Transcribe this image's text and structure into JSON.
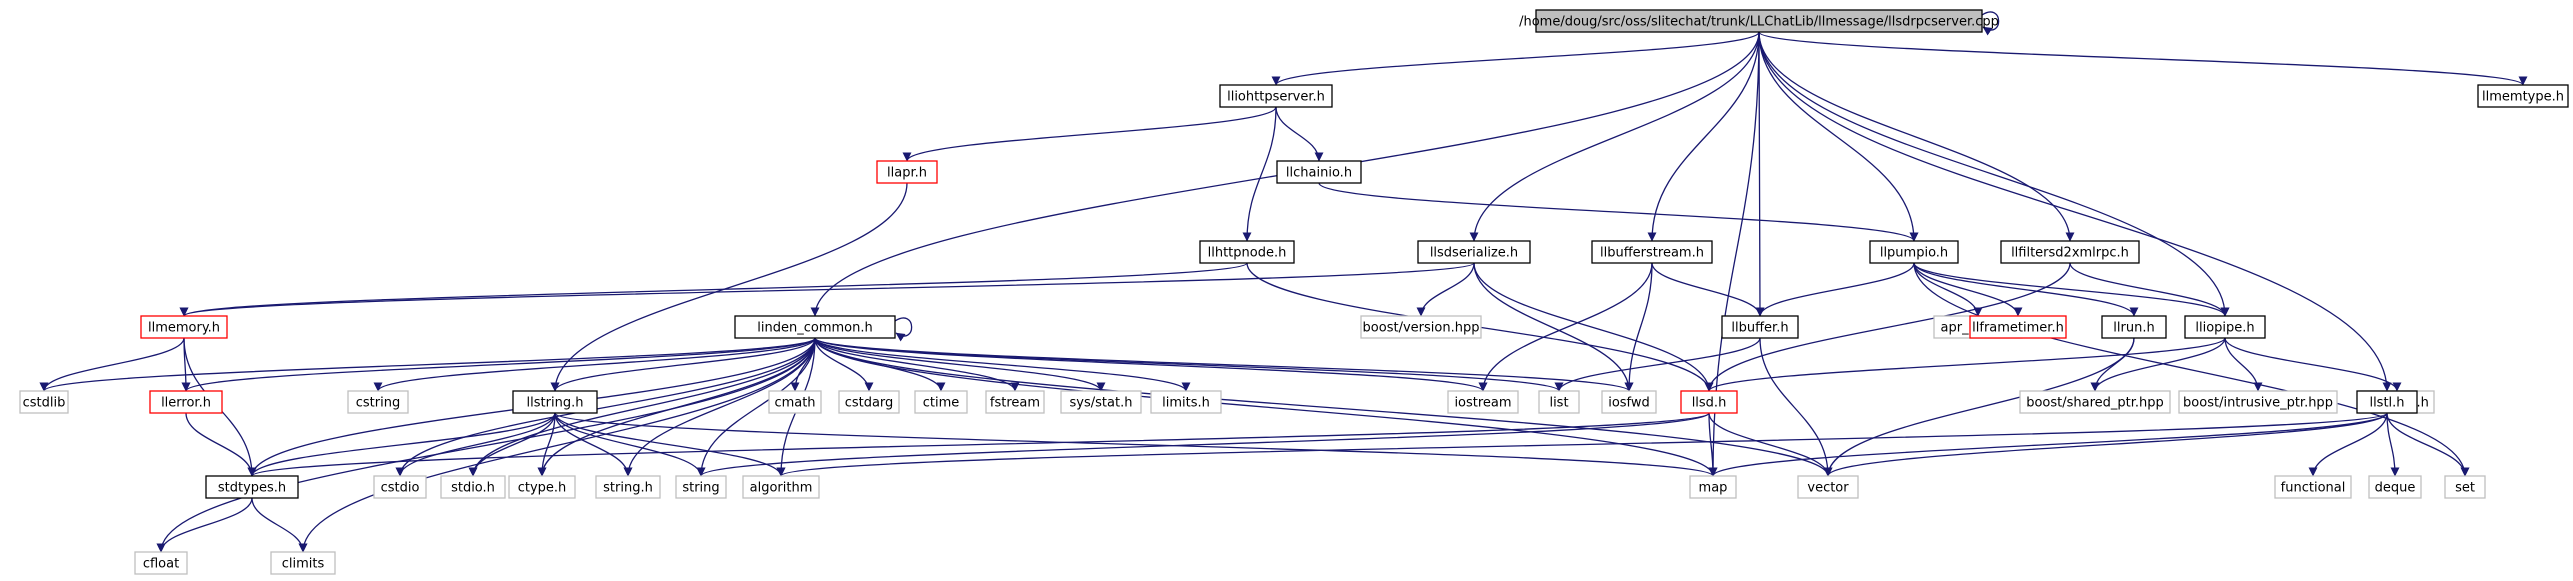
{
  "colors": {
    "edge": "#191970",
    "node_border_black": "#000000",
    "node_border_red": "#ff0000",
    "node_border_gray": "#bfbfbf",
    "root_fill": "#bfbfbf",
    "text_normal": "#000000",
    "text_system": "#000000"
  },
  "nodes": {
    "root": {
      "label": "/home/doug/src/oss/slitechat/trunk/LLChatLib/llmessage/llsdrpcserver.cpp",
      "style": "root"
    },
    "lliohttpserver": {
      "label": "lliohttpserver.h",
      "style": "black"
    },
    "llmemtype": {
      "label": "llmemtype.h",
      "style": "black"
    },
    "llapr": {
      "label": "llapr.h",
      "style": "red"
    },
    "llchainio": {
      "label": "llchainio.h",
      "style": "black"
    },
    "llhttpnode": {
      "label": "llhttpnode.h",
      "style": "black"
    },
    "llsdserialize": {
      "label": "llsdserialize.h",
      "style": "black"
    },
    "llbufferstream": {
      "label": "llbufferstream.h",
      "style": "black"
    },
    "llpumpio": {
      "label": "llpumpio.h",
      "style": "black"
    },
    "llfiltersd2xmlrpc": {
      "label": "llfiltersd2xmlrpc.h",
      "style": "black"
    },
    "llmemory": {
      "label": "llmemory.h",
      "style": "red"
    },
    "linden_common": {
      "label": "linden_common.h",
      "style": "black"
    },
    "boost_version": {
      "label": "boost/version.hpp",
      "style": "gray"
    },
    "llbuffer": {
      "label": "llbuffer.h",
      "style": "black"
    },
    "apr_pools": {
      "label": "apr_pools.h",
      "style": "gray"
    },
    "llframetimer": {
      "label": "llframetimer.h",
      "style": "red"
    },
    "llrun": {
      "label": "llrun.h",
      "style": "black"
    },
    "lliopipe": {
      "label": "lliopipe.h",
      "style": "black"
    },
    "cstdlib": {
      "label": "cstdlib",
      "style": "gray"
    },
    "llerror": {
      "label": "llerror.h",
      "style": "red"
    },
    "cstring": {
      "label": "cstring",
      "style": "gray"
    },
    "llstring": {
      "label": "llstring.h",
      "style": "black"
    },
    "cmath": {
      "label": "cmath",
      "style": "gray"
    },
    "cstdarg": {
      "label": "cstdarg",
      "style": "gray"
    },
    "ctime": {
      "label": "ctime",
      "style": "gray"
    },
    "fstream": {
      "label": "fstream",
      "style": "gray"
    },
    "sys_stat": {
      "label": "sys/stat.h",
      "style": "gray"
    },
    "limits_h": {
      "label": "limits.h",
      "style": "gray"
    },
    "iostream": {
      "label": "iostream",
      "style": "gray"
    },
    "list": {
      "label": "list",
      "style": "gray"
    },
    "iosfwd": {
      "label": "iosfwd",
      "style": "gray"
    },
    "llsd": {
      "label": "llsd.h",
      "style": "red"
    },
    "boost_shared_ptr": {
      "label": "boost/shared_ptr.hpp",
      "style": "gray"
    },
    "boost_intrusive_ptr": {
      "label": "boost/intrusive_ptr.hpp",
      "style": "gray"
    },
    "apr_poll": {
      "label": "apr_poll.h",
      "style": "gray"
    },
    "llstl": {
      "label": "llstl.h",
      "style": "black"
    },
    "stdtypes": {
      "label": "stdtypes.h",
      "style": "black"
    },
    "cstdio": {
      "label": "cstdio",
      "style": "gray"
    },
    "stdio_h": {
      "label": "stdio.h",
      "style": "gray"
    },
    "ctype_h": {
      "label": "ctype.h",
      "style": "gray"
    },
    "string_h": {
      "label": "string.h",
      "style": "gray"
    },
    "string": {
      "label": "string",
      "style": "gray"
    },
    "algorithm": {
      "label": "algorithm",
      "style": "gray"
    },
    "map": {
      "label": "map",
      "style": "gray"
    },
    "vector": {
      "label": "vector",
      "style": "gray"
    },
    "functional": {
      "label": "functional",
      "style": "gray"
    },
    "deque": {
      "label": "deque",
      "style": "gray"
    },
    "set": {
      "label": "set",
      "style": "gray"
    },
    "cfloat": {
      "label": "cfloat",
      "style": "gray"
    },
    "climits": {
      "label": "climits",
      "style": "gray"
    }
  },
  "edges": [
    [
      "root",
      "root"
    ],
    [
      "root",
      "lliohttpserver"
    ],
    [
      "root",
      "llmemtype"
    ],
    [
      "root",
      "linden_common"
    ],
    [
      "root",
      "llsdserialize"
    ],
    [
      "root",
      "llbufferstream"
    ],
    [
      "root",
      "llpumpio"
    ],
    [
      "root",
      "llfiltersd2xmlrpc"
    ],
    [
      "root",
      "llbuffer"
    ],
    [
      "root",
      "lliopipe"
    ],
    [
      "root",
      "map"
    ],
    [
      "root",
      "llstl"
    ],
    [
      "lliohttpserver",
      "llapr"
    ],
    [
      "lliohttpserver",
      "llchainio"
    ],
    [
      "lliohttpserver",
      "llhttpnode"
    ],
    [
      "llapr",
      "llstring"
    ],
    [
      "llchainio",
      "llpumpio"
    ],
    [
      "llhttpnode",
      "llmemory"
    ],
    [
      "llhttpnode",
      "llsd"
    ],
    [
      "llsdserialize",
      "llmemory"
    ],
    [
      "llsdserialize",
      "boost_version"
    ],
    [
      "llsdserialize",
      "iosfwd"
    ],
    [
      "llsdserialize",
      "llsd"
    ],
    [
      "llbufferstream",
      "iostream"
    ],
    [
      "llbufferstream",
      "iosfwd"
    ],
    [
      "llbufferstream",
      "llbuffer"
    ],
    [
      "llpumpio",
      "llbuffer"
    ],
    [
      "llpumpio",
      "apr_pools"
    ],
    [
      "llpumpio",
      "llframetimer"
    ],
    [
      "llpumpio",
      "llrun"
    ],
    [
      "llpumpio",
      "lliopipe"
    ],
    [
      "llpumpio",
      "set"
    ],
    [
      "llfiltersd2xmlrpc",
      "lliopipe"
    ],
    [
      "llfiltersd2xmlrpc",
      "llsd"
    ],
    [
      "llmemory",
      "cstdlib"
    ],
    [
      "llmemory",
      "llerror"
    ],
    [
      "llmemory",
      "stdtypes"
    ],
    [
      "linden_common",
      "linden_common"
    ],
    [
      "linden_common",
      "cstdlib"
    ],
    [
      "linden_common",
      "llerror"
    ],
    [
      "linden_common",
      "cstring"
    ],
    [
      "linden_common",
      "llstring"
    ],
    [
      "linden_common",
      "cmath"
    ],
    [
      "linden_common",
      "cstdarg"
    ],
    [
      "linden_common",
      "ctime"
    ],
    [
      "linden_common",
      "fstream"
    ],
    [
      "linden_common",
      "sys_stat"
    ],
    [
      "linden_common",
      "limits_h"
    ],
    [
      "linden_common",
      "iostream"
    ],
    [
      "linden_common",
      "list"
    ],
    [
      "linden_common",
      "iosfwd"
    ],
    [
      "linden_common",
      "stdtypes"
    ],
    [
      "linden_common",
      "cstdio"
    ],
    [
      "linden_common",
      "stdio_h"
    ],
    [
      "linden_common",
      "ctype_h"
    ],
    [
      "linden_common",
      "string_h"
    ],
    [
      "linden_common",
      "string"
    ],
    [
      "linden_common",
      "algorithm"
    ],
    [
      "linden_common",
      "map"
    ],
    [
      "linden_common",
      "vector"
    ],
    [
      "linden_common",
      "cfloat"
    ],
    [
      "linden_common",
      "climits"
    ],
    [
      "llbuffer",
      "list"
    ],
    [
      "llbuffer",
      "vector"
    ],
    [
      "llrun",
      "boost_shared_ptr"
    ],
    [
      "llrun",
      "vector"
    ],
    [
      "lliopipe",
      "llsd"
    ],
    [
      "lliopipe",
      "boost_shared_ptr"
    ],
    [
      "lliopipe",
      "boost_intrusive_ptr"
    ],
    [
      "lliopipe",
      "apr_poll"
    ],
    [
      "llerror",
      "stdtypes"
    ],
    [
      "llstring",
      "stdtypes"
    ],
    [
      "llstring",
      "cstdio"
    ],
    [
      "llstring",
      "stdio_h"
    ],
    [
      "llstring",
      "ctype_h"
    ],
    [
      "llstring",
      "string_h"
    ],
    [
      "llstring",
      "string"
    ],
    [
      "llstring",
      "algorithm"
    ],
    [
      "llstring",
      "map"
    ],
    [
      "llsd",
      "stdtypes"
    ],
    [
      "llsd",
      "string"
    ],
    [
      "llsd",
      "map"
    ],
    [
      "llsd",
      "vector"
    ],
    [
      "llstl",
      "map"
    ],
    [
      "llstl",
      "vector"
    ],
    [
      "llstl",
      "algorithm"
    ],
    [
      "llstl",
      "functional"
    ],
    [
      "llstl",
      "deque"
    ],
    [
      "llstl",
      "set"
    ],
    [
      "stdtypes",
      "cfloat"
    ],
    [
      "stdtypes",
      "climits"
    ]
  ]
}
